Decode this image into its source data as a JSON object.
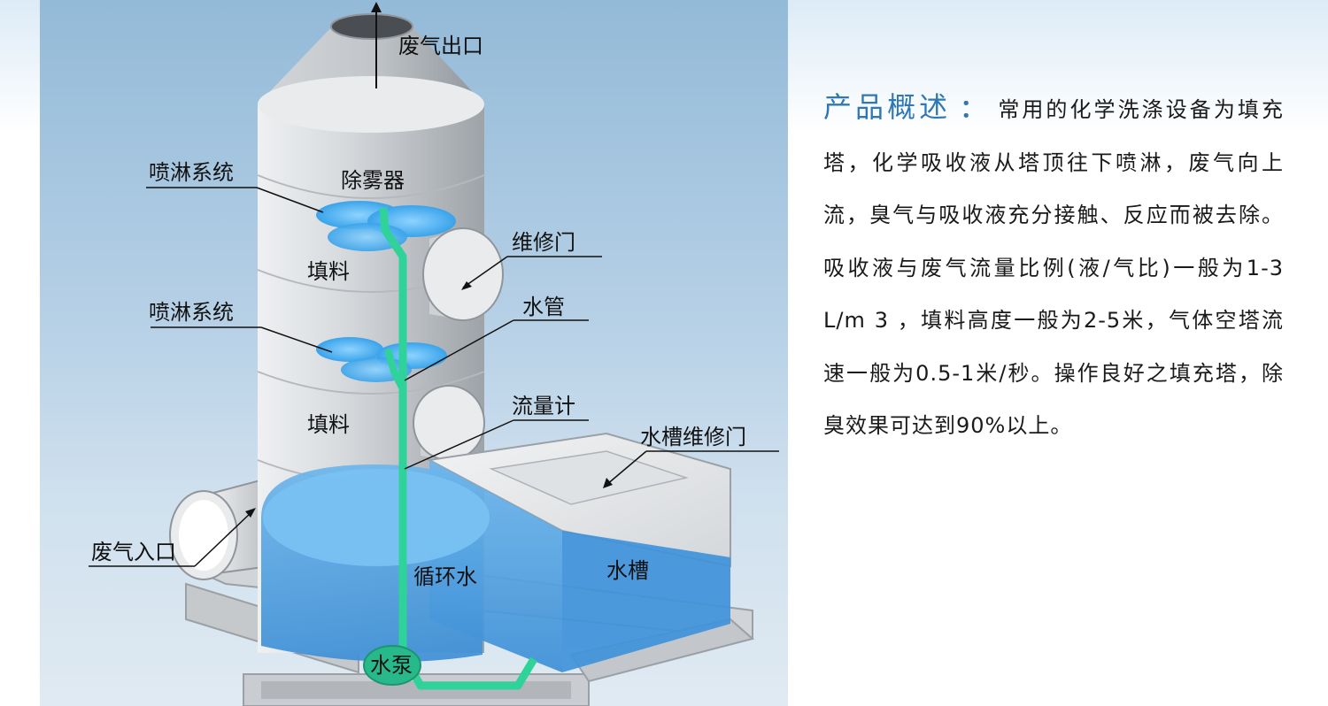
{
  "diagram": {
    "labels": {
      "gas_outlet": "废气出口",
      "demister": "除雾器",
      "spray_system_top": "喷淋系统",
      "spray_system_mid": "喷淋系统",
      "maintenance_door": "维修门",
      "packing_top": "填料",
      "packing_bottom": "填料",
      "water_pipe": "水管",
      "flow_meter": "流量计",
      "tank_door": "水槽维修门",
      "gas_inlet": "废气入口",
      "circulating_water": "循环水",
      "water_tank": "水槽",
      "water_pump": "水泵"
    },
    "colors": {
      "panel_top": "#93bad8",
      "tower": "#d4d7da",
      "water": "#4f9fe0",
      "pipe": "#2fd39a",
      "spray": "#5ab8f2"
    }
  },
  "description": {
    "heading": "产品概述",
    "colon": "：",
    "body": "常用的化学洗涤设备为填充塔，化学吸收液从塔顶往下喷淋，废气向上流，臭气与吸收液充分接触、反应而被去除。吸收液与废气流量比例(液/气比)一般为1-3 L/m 3 ，填料高度一般为2-5米，气体空塔流速一般为0.5-1米/秒。操作良好之填充塔，除臭效果可达到90%以上。",
    "heading_color": "#2f78b5"
  }
}
